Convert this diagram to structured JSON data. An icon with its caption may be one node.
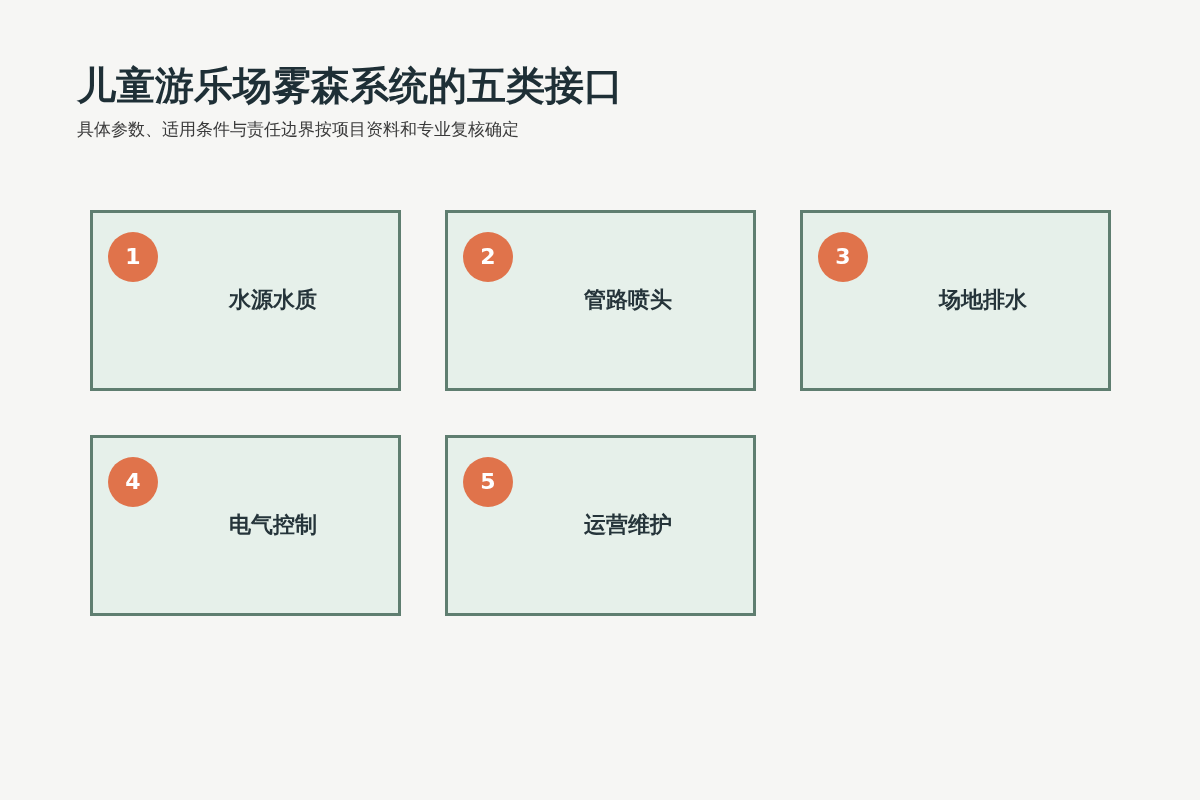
{
  "diagram": {
    "title": "儿童游乐场雾森系统的五类接口",
    "nodes": [
      {
        "text": [
          "水源水质"
        ]
      },
      {
        "text": [
          "1"
        ],
        "in": 0
      },
      {
        "text": [
          "管路喷头"
        ]
      },
      {
        "text": [
          "2"
        ],
        "in": 2
      },
      {
        "text": [
          "场地排水"
        ]
      },
      {
        "text": [
          "3"
        ],
        "in": 4
      },
      {
        "text": [
          "电气控制"
        ]
      },
      {
        "text": [
          "4"
        ],
        "in": 6
      },
      {
        "text": [
          "运营维护"
        ]
      },
      {
        "text": [
          "5"
        ],
        "in": 8
      }
    ],
    "labels": [
      "具体参数、适用条件与责任边界按项目资料和专业复核确定"
    ]
  }
}
